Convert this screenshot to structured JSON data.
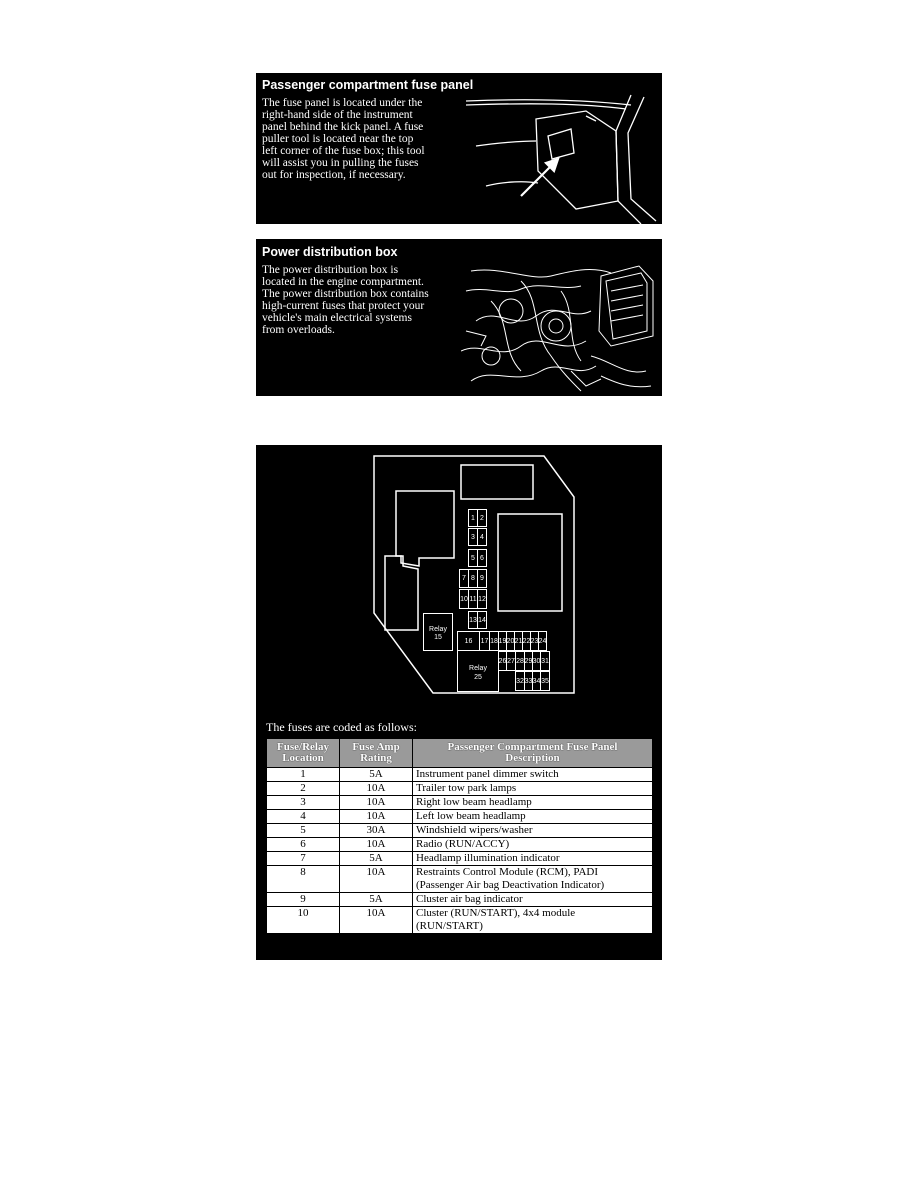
{
  "passenger_panel": {
    "title": "Passenger compartment fuse panel",
    "text_lines": [
      "The fuse panel is located under the",
      "right-hand side of the instrument",
      "panel behind the kick panel. A fuse",
      "puller tool is located near the top",
      "left corner of the fuse box; this tool",
      "will assist you in pulling the fuses",
      "out for inspection, if necessary."
    ]
  },
  "power_box": {
    "title": "Power distribution box",
    "text_lines": [
      "The power distribution box is",
      "located in the engine compartment.",
      "The power distribution box contains",
      "high-current fuses that protect your",
      "vehicle's main electrical systems",
      "from overloads."
    ]
  },
  "diagram": {
    "fuses": [
      "1",
      "2",
      "3",
      "4",
      "5",
      "6",
      "7",
      "8",
      "9",
      "10",
      "11",
      "12",
      "13",
      "14",
      "16",
      "17",
      "18",
      "19",
      "20",
      "21",
      "22",
      "23",
      "24",
      "26",
      "27",
      "28",
      "29",
      "30",
      "31",
      "32",
      "33",
      "34",
      "35"
    ],
    "relay_15": [
      "Relay",
      "15"
    ],
    "relay_25": [
      "Relay",
      "25"
    ]
  },
  "fuse_table": {
    "intro": "The fuses are coded as follows:",
    "headers": [
      [
        "Fuse/Relay",
        "Location"
      ],
      [
        "Fuse Amp",
        "Rating"
      ],
      [
        "Passenger Compartment Fuse Panel",
        "Description"
      ]
    ],
    "rows": [
      {
        "location": "1",
        "rating": "5A",
        "description": "Instrument panel dimmer switch"
      },
      {
        "location": "2",
        "rating": "10A",
        "description": "Trailer tow park lamps"
      },
      {
        "location": "3",
        "rating": "10A",
        "description": "Right low beam headlamp"
      },
      {
        "location": "4",
        "rating": "10A",
        "description": "Left low beam headlamp"
      },
      {
        "location": "5",
        "rating": "30A",
        "description": "Windshield wipers/washer"
      },
      {
        "location": "6",
        "rating": "10A",
        "description": "Radio (RUN/ACCY)"
      },
      {
        "location": "7",
        "rating": "5A",
        "description": "Headlamp illumination indicator"
      },
      {
        "location": "8",
        "rating": "10A",
        "description": "Restraints Control Module (RCM), PADI",
        "description2": "(Passenger Air bag Deactivation Indicator)"
      },
      {
        "location": "9",
        "rating": "5A",
        "description": "Cluster air bag indicator"
      },
      {
        "location": "10",
        "rating": "10A",
        "description": "Cluster (RUN/START), 4x4 module",
        "description2": "(RUN/START)"
      }
    ]
  }
}
